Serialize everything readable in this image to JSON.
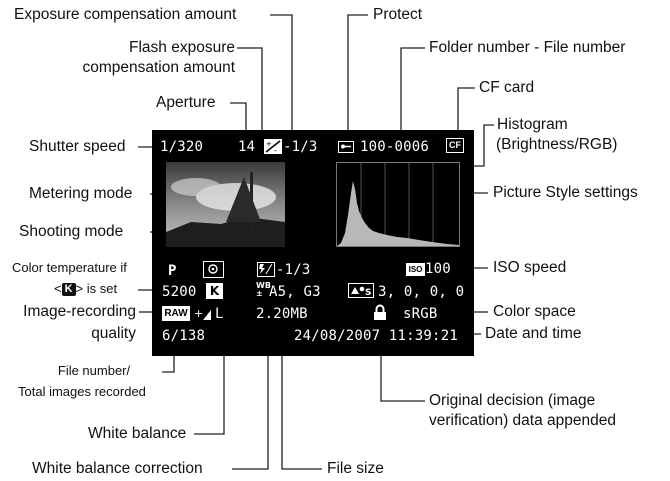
{
  "labels": {
    "exposure_comp": "Exposure compensation amount",
    "protect": "Protect",
    "flash_comp_1": "Flash exposure",
    "flash_comp_2": "compensation amount",
    "folder_file": "Folder number - File number",
    "cf_card": "CF card",
    "aperture": "Aperture",
    "shutter_speed": "Shutter speed",
    "histogram_1": "Histogram",
    "histogram_2": "(Brightness/RGB)",
    "metering_mode": "Metering mode",
    "picture_style": "Picture Style settings",
    "shooting_mode": "Shooting mode",
    "color_temp_1": "Color temperature if",
    "color_temp_2_pre": "<",
    "color_temp_2_key": "K",
    "color_temp_2_post": "> is set",
    "iso_speed": "ISO speed",
    "image_quality_1": "Image-recording",
    "image_quality_2": "quality",
    "color_space": "Color space",
    "date_time": "Date and time",
    "file_number_1": "File number/",
    "file_number_2": "Total images recorded",
    "original_decision_1": "Original decision (image",
    "original_decision_2": "verification) data appended",
    "white_balance": "White balance",
    "wb_correction": "White balance correction",
    "file_size": "File size"
  },
  "screen": {
    "shutter": "1/320",
    "aperture": "14",
    "exp_comp": "-1/3",
    "folder_file": "100-0006",
    "shooting_mode": "P",
    "flash_comp": "-1/3",
    "iso": "100",
    "color_temp": "5200",
    "wb_shift": "A5, G3",
    "picture_style_values": "3, 0, 0, 0",
    "quality_suffix": "L",
    "file_size": "2.20MB",
    "color_space": "sRGB",
    "file_count": "6/138",
    "date_time": "24/08/2007 11:39:21"
  },
  "colors": {
    "background": "#000000",
    "text": "#ffffff",
    "histogram": "#b8b8b8"
  }
}
